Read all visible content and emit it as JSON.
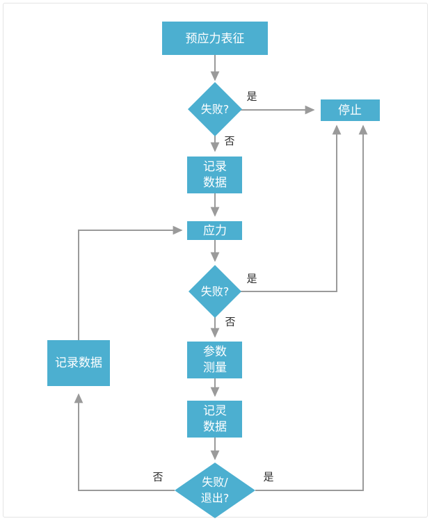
{
  "diagram": {
    "title": "",
    "accent_color": "#4cafd0",
    "edge_color": "#9a9a9a",
    "label_color": "#2b2b2b",
    "node_text_color": "#ffffff",
    "background": "#ffffff",
    "border_color": "#e3e3e3",
    "nodes": [
      {
        "id": "prestress-characterization",
        "type": "process",
        "label": "预应力表征",
        "lines": [
          "预应力表征"
        ]
      },
      {
        "id": "decision-fail-1",
        "type": "decision",
        "label": "失败?",
        "lines": [
          "失败?"
        ]
      },
      {
        "id": "stop",
        "type": "process",
        "label": "停止",
        "lines": [
          "停止"
        ]
      },
      {
        "id": "record-data-1",
        "type": "process",
        "label": "记录数据",
        "lines": [
          "记录",
          "数据"
        ]
      },
      {
        "id": "stress",
        "type": "process",
        "label": "应力",
        "lines": [
          "应力"
        ]
      },
      {
        "id": "decision-fail-2",
        "type": "decision",
        "label": "失败?",
        "lines": [
          "失败?"
        ]
      },
      {
        "id": "parameter-measurement",
        "type": "process",
        "label": "参数测量",
        "lines": [
          "参数",
          "测量"
        ]
      },
      {
        "id": "record-data-2",
        "type": "process",
        "label": "记灵数据",
        "lines": [
          "记灵",
          "数据"
        ]
      },
      {
        "id": "record-data-left",
        "type": "process",
        "label": "记录数据",
        "lines": [
          "记录数据"
        ]
      },
      {
        "id": "decision-fail-exit",
        "type": "decision",
        "label": "失败/退出?",
        "lines": [
          "失败/",
          "退出?"
        ]
      }
    ],
    "edges": [
      {
        "id": "e1",
        "from": "prestress-characterization",
        "to": "decision-fail-1",
        "label": ""
      },
      {
        "id": "e2",
        "from": "decision-fail-1",
        "to": "stop",
        "label": "是"
      },
      {
        "id": "e3",
        "from": "decision-fail-1",
        "to": "record-data-1",
        "label": "否"
      },
      {
        "id": "e4",
        "from": "record-data-1",
        "to": "stress",
        "label": ""
      },
      {
        "id": "e5",
        "from": "stress",
        "to": "decision-fail-2",
        "label": ""
      },
      {
        "id": "e6",
        "from": "decision-fail-2",
        "to": "stop",
        "label": "是"
      },
      {
        "id": "e7",
        "from": "decision-fail-2",
        "to": "parameter-measurement",
        "label": "否"
      },
      {
        "id": "e8",
        "from": "parameter-measurement",
        "to": "record-data-2",
        "label": ""
      },
      {
        "id": "e9",
        "from": "record-data-2",
        "to": "decision-fail-exit",
        "label": ""
      },
      {
        "id": "e10",
        "from": "decision-fail-exit",
        "to": "stop",
        "label": "是"
      },
      {
        "id": "e11",
        "from": "decision-fail-exit",
        "to": "record-data-left",
        "label": "否"
      },
      {
        "id": "e12",
        "from": "record-data-left",
        "to": "stress",
        "label": ""
      }
    ],
    "edge_labels": {
      "yes_1": "是",
      "no_1": "否",
      "yes_2": "是",
      "no_2": "否",
      "yes_3": "是",
      "no_3": "否"
    }
  }
}
